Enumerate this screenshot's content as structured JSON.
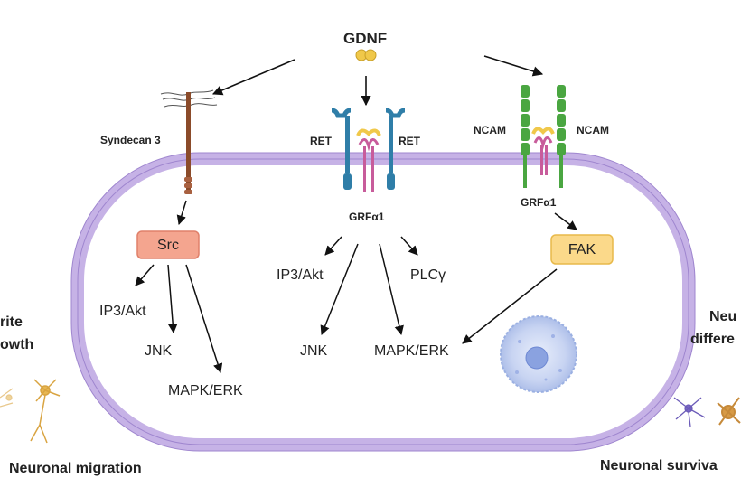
{
  "ligand": {
    "label": "GDNF"
  },
  "receptors": {
    "syndecan": "Syndecan 3",
    "ret_left": "RET",
    "ret_right": "RET",
    "grfa1_center": "GRFα1",
    "ncam_left": "NCAM",
    "ncam_right": "NCAM",
    "grfa1_right": "GRFα1"
  },
  "kinases": {
    "src": "Src",
    "fak": "FAK"
  },
  "pathways": {
    "left_ip3": "IP3/Akt",
    "left_jnk": "JNK",
    "left_mapk": "MAPK/ERK",
    "center_ip3": "IP3/Akt",
    "center_plc": "PLCγ",
    "center_jnk": "JNK",
    "center_mapk": "MAPK/ERK"
  },
  "outcomes": {
    "left_top": "rite",
    "left_bottom": "owth",
    "left_caption": "Neuronal migration",
    "right_top": "Neu",
    "right_bottom": "differe",
    "right_caption": "Neuronal surviva"
  },
  "colors": {
    "membrane": "#d9c9ee",
    "membrane_edge": "#b7a1dd",
    "src_fill": "#f4a58f",
    "fak_fill": "#fbd98a",
    "ret": "#2f7ea8",
    "ncam": "#4aa641",
    "grfa": "#c85c9b",
    "gdnf": "#f0c84a",
    "syndecan": "#8b4b2a"
  }
}
